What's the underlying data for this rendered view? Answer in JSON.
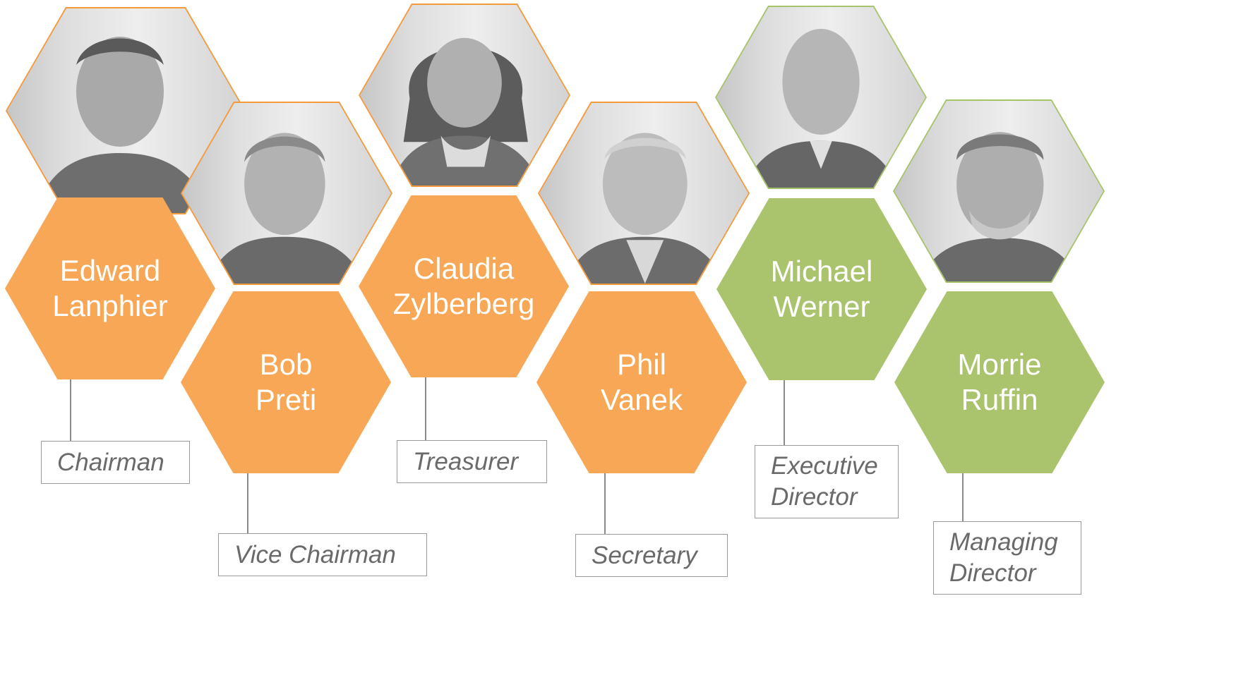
{
  "members": [
    {
      "first_name": "Edward",
      "last_name": "Lanphier",
      "role": "Chairman",
      "color": "orange",
      "portrait_tone": "#8f8f8f"
    },
    {
      "first_name": "Bob",
      "last_name": "Preti",
      "role": "Vice Chairman",
      "color": "orange",
      "portrait_tone": "#9a9a9a"
    },
    {
      "first_name": "Claudia",
      "last_name": "Zylberberg",
      "role": "Treasurer",
      "color": "orange",
      "portrait_tone": "#7f7f7f"
    },
    {
      "first_name": "Phil",
      "last_name": "Vanek",
      "role": "Secretary",
      "color": "orange",
      "portrait_tone": "#a0a0a0"
    },
    {
      "first_name": "Michael",
      "last_name": "Werner",
      "role_line1": "Executive",
      "role_line2": "Director",
      "color": "green",
      "portrait_tone": "#8c8c8c"
    },
    {
      "first_name": "Morrie",
      "last_name": "Ruffin",
      "role_line1": "Managing",
      "role_line2": "Director",
      "color": "green",
      "portrait_tone": "#959595"
    }
  ],
  "colors": {
    "orange_fill": "#f7a755",
    "orange_stroke": "#f39a3d",
    "green_fill": "#a9c46d",
    "green_stroke": "#a7c46a",
    "connector": "#8a8a8a",
    "role_text": "#6a6a6a"
  }
}
